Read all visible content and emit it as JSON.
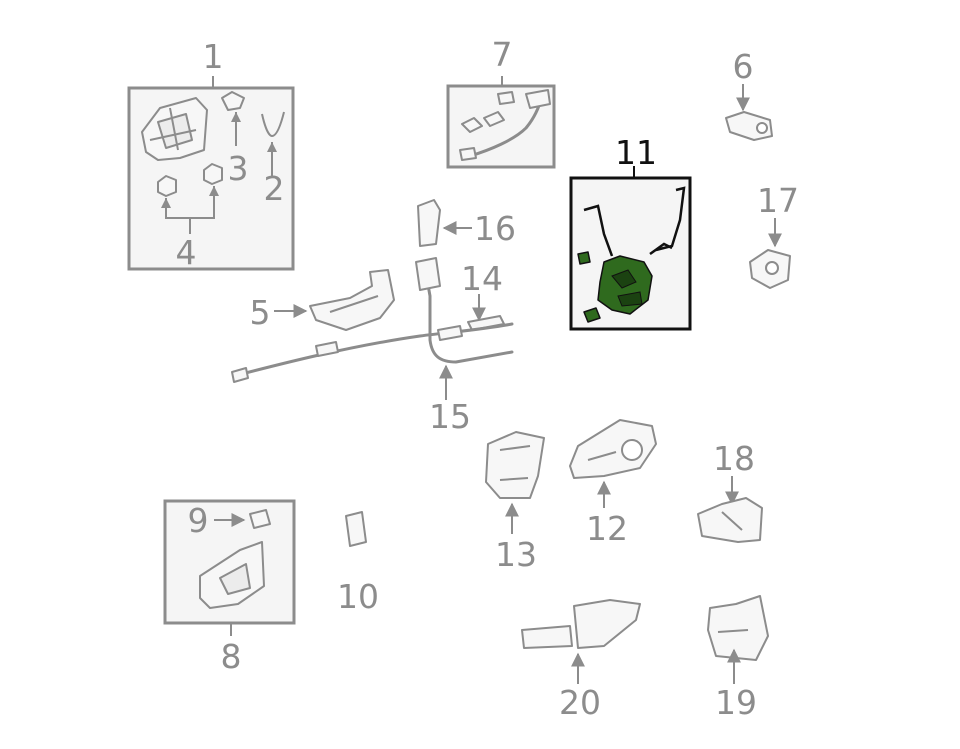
{
  "diagram": {
    "highlight_color": "#2f6a1e",
    "label_color": "#8c8c8c",
    "parts": [
      {
        "id": "1",
        "label": "1"
      },
      {
        "id": "2",
        "label": "2"
      },
      {
        "id": "3",
        "label": "3"
      },
      {
        "id": "4",
        "label": "4"
      },
      {
        "id": "5",
        "label": "5"
      },
      {
        "id": "6",
        "label": "6"
      },
      {
        "id": "7",
        "label": "7"
      },
      {
        "id": "8",
        "label": "8"
      },
      {
        "id": "9",
        "label": "9"
      },
      {
        "id": "10",
        "label": "10"
      },
      {
        "id": "11",
        "label": "11",
        "highlighted": true
      },
      {
        "id": "12",
        "label": "12"
      },
      {
        "id": "13",
        "label": "13"
      },
      {
        "id": "14",
        "label": "14"
      },
      {
        "id": "15",
        "label": "15"
      },
      {
        "id": "16",
        "label": "16"
      },
      {
        "id": "17",
        "label": "17"
      },
      {
        "id": "18",
        "label": "18"
      },
      {
        "id": "19",
        "label": "19"
      },
      {
        "id": "20",
        "label": "20"
      }
    ]
  }
}
